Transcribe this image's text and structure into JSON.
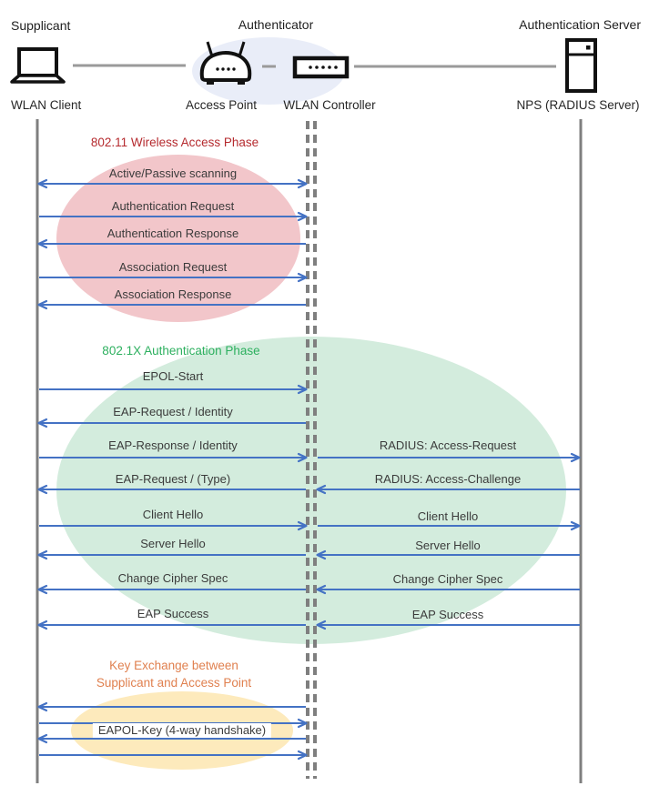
{
  "roles": {
    "supplicant": "Supplicant",
    "authenticator": "Authenticator",
    "auth_server": "Authentication Server"
  },
  "nodes": {
    "wlan_client": "WLAN Client",
    "access_point": "Access Point",
    "wlan_controller": "WLAN Controller",
    "nps": "NPS (RADIUS Server)"
  },
  "phases": {
    "p80211": {
      "title": "802.11 Wireless Access Phase"
    },
    "p8021x": {
      "title": "802.1X Authentication Phase"
    },
    "keyx": {
      "line1": "Key Exchange between",
      "line2": "Supplicant and Access Point"
    }
  },
  "messages": {
    "scanning": "Active/Passive scanning",
    "auth_request": "Authentication Request",
    "auth_response": "Authentication Response",
    "assoc_request": "Association Request",
    "assoc_response": "Association Response",
    "epol_start": "EPOL-Start",
    "eap_request_identity": "EAP-Request / Identity",
    "eap_response_identity": "EAP-Response / Identity",
    "eap_request_type": "EAP-Request / (Type)",
    "radius_access_request": "RADIUS: Access-Request",
    "radius_access_challenge": "RADIUS: Access-Challenge",
    "client_hello_left": "Client Hello",
    "client_hello_right": "Client Hello",
    "server_hello_left": "Server Hello",
    "server_hello_right": "Server Hello",
    "change_cipher_left": "Change Cipher Spec",
    "change_cipher_right": "Change Cipher Spec",
    "eap_success_left": "EAP Success",
    "eap_success_right": "EAP Success",
    "eapol_key": "EAPOL-Key (4-way handshake)"
  },
  "colors": {
    "arrow": "#4472c4",
    "lifeline": "#7f7f7f",
    "phase_80211_text": "#b52a2e",
    "phase_8021x_text": "#2db05f",
    "phase_keyx_text": "#e0804f",
    "ellipse_80211": "#f2c6ca",
    "ellipse_8021x": "#d3ecdd",
    "ellipse_keyx": "#fdeabc",
    "ellipse_authenticator": "#e9edf8"
  }
}
